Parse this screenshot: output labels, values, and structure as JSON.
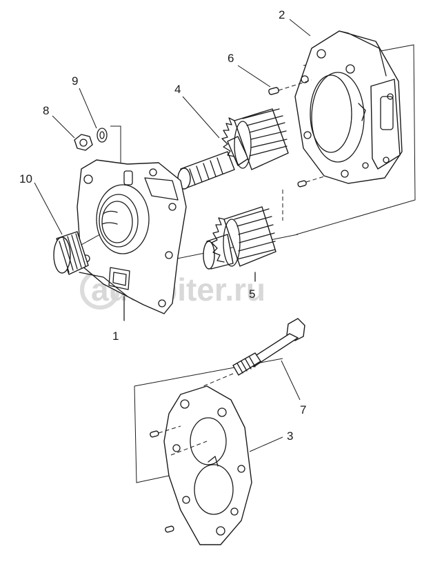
{
  "watermark": {
    "text": "autopiter.ru"
  },
  "callouts": [
    {
      "id": "1",
      "text": "1"
    },
    {
      "id": "2",
      "text": "2"
    },
    {
      "id": "3",
      "text": "3"
    },
    {
      "id": "4",
      "text": "4"
    },
    {
      "id": "5",
      "text": "5"
    },
    {
      "id": "6",
      "text": "6"
    },
    {
      "id": "7",
      "text": "7"
    },
    {
      "id": "8",
      "text": "8"
    },
    {
      "id": "9",
      "text": "9"
    },
    {
      "id": "10",
      "text": "10"
    }
  ]
}
